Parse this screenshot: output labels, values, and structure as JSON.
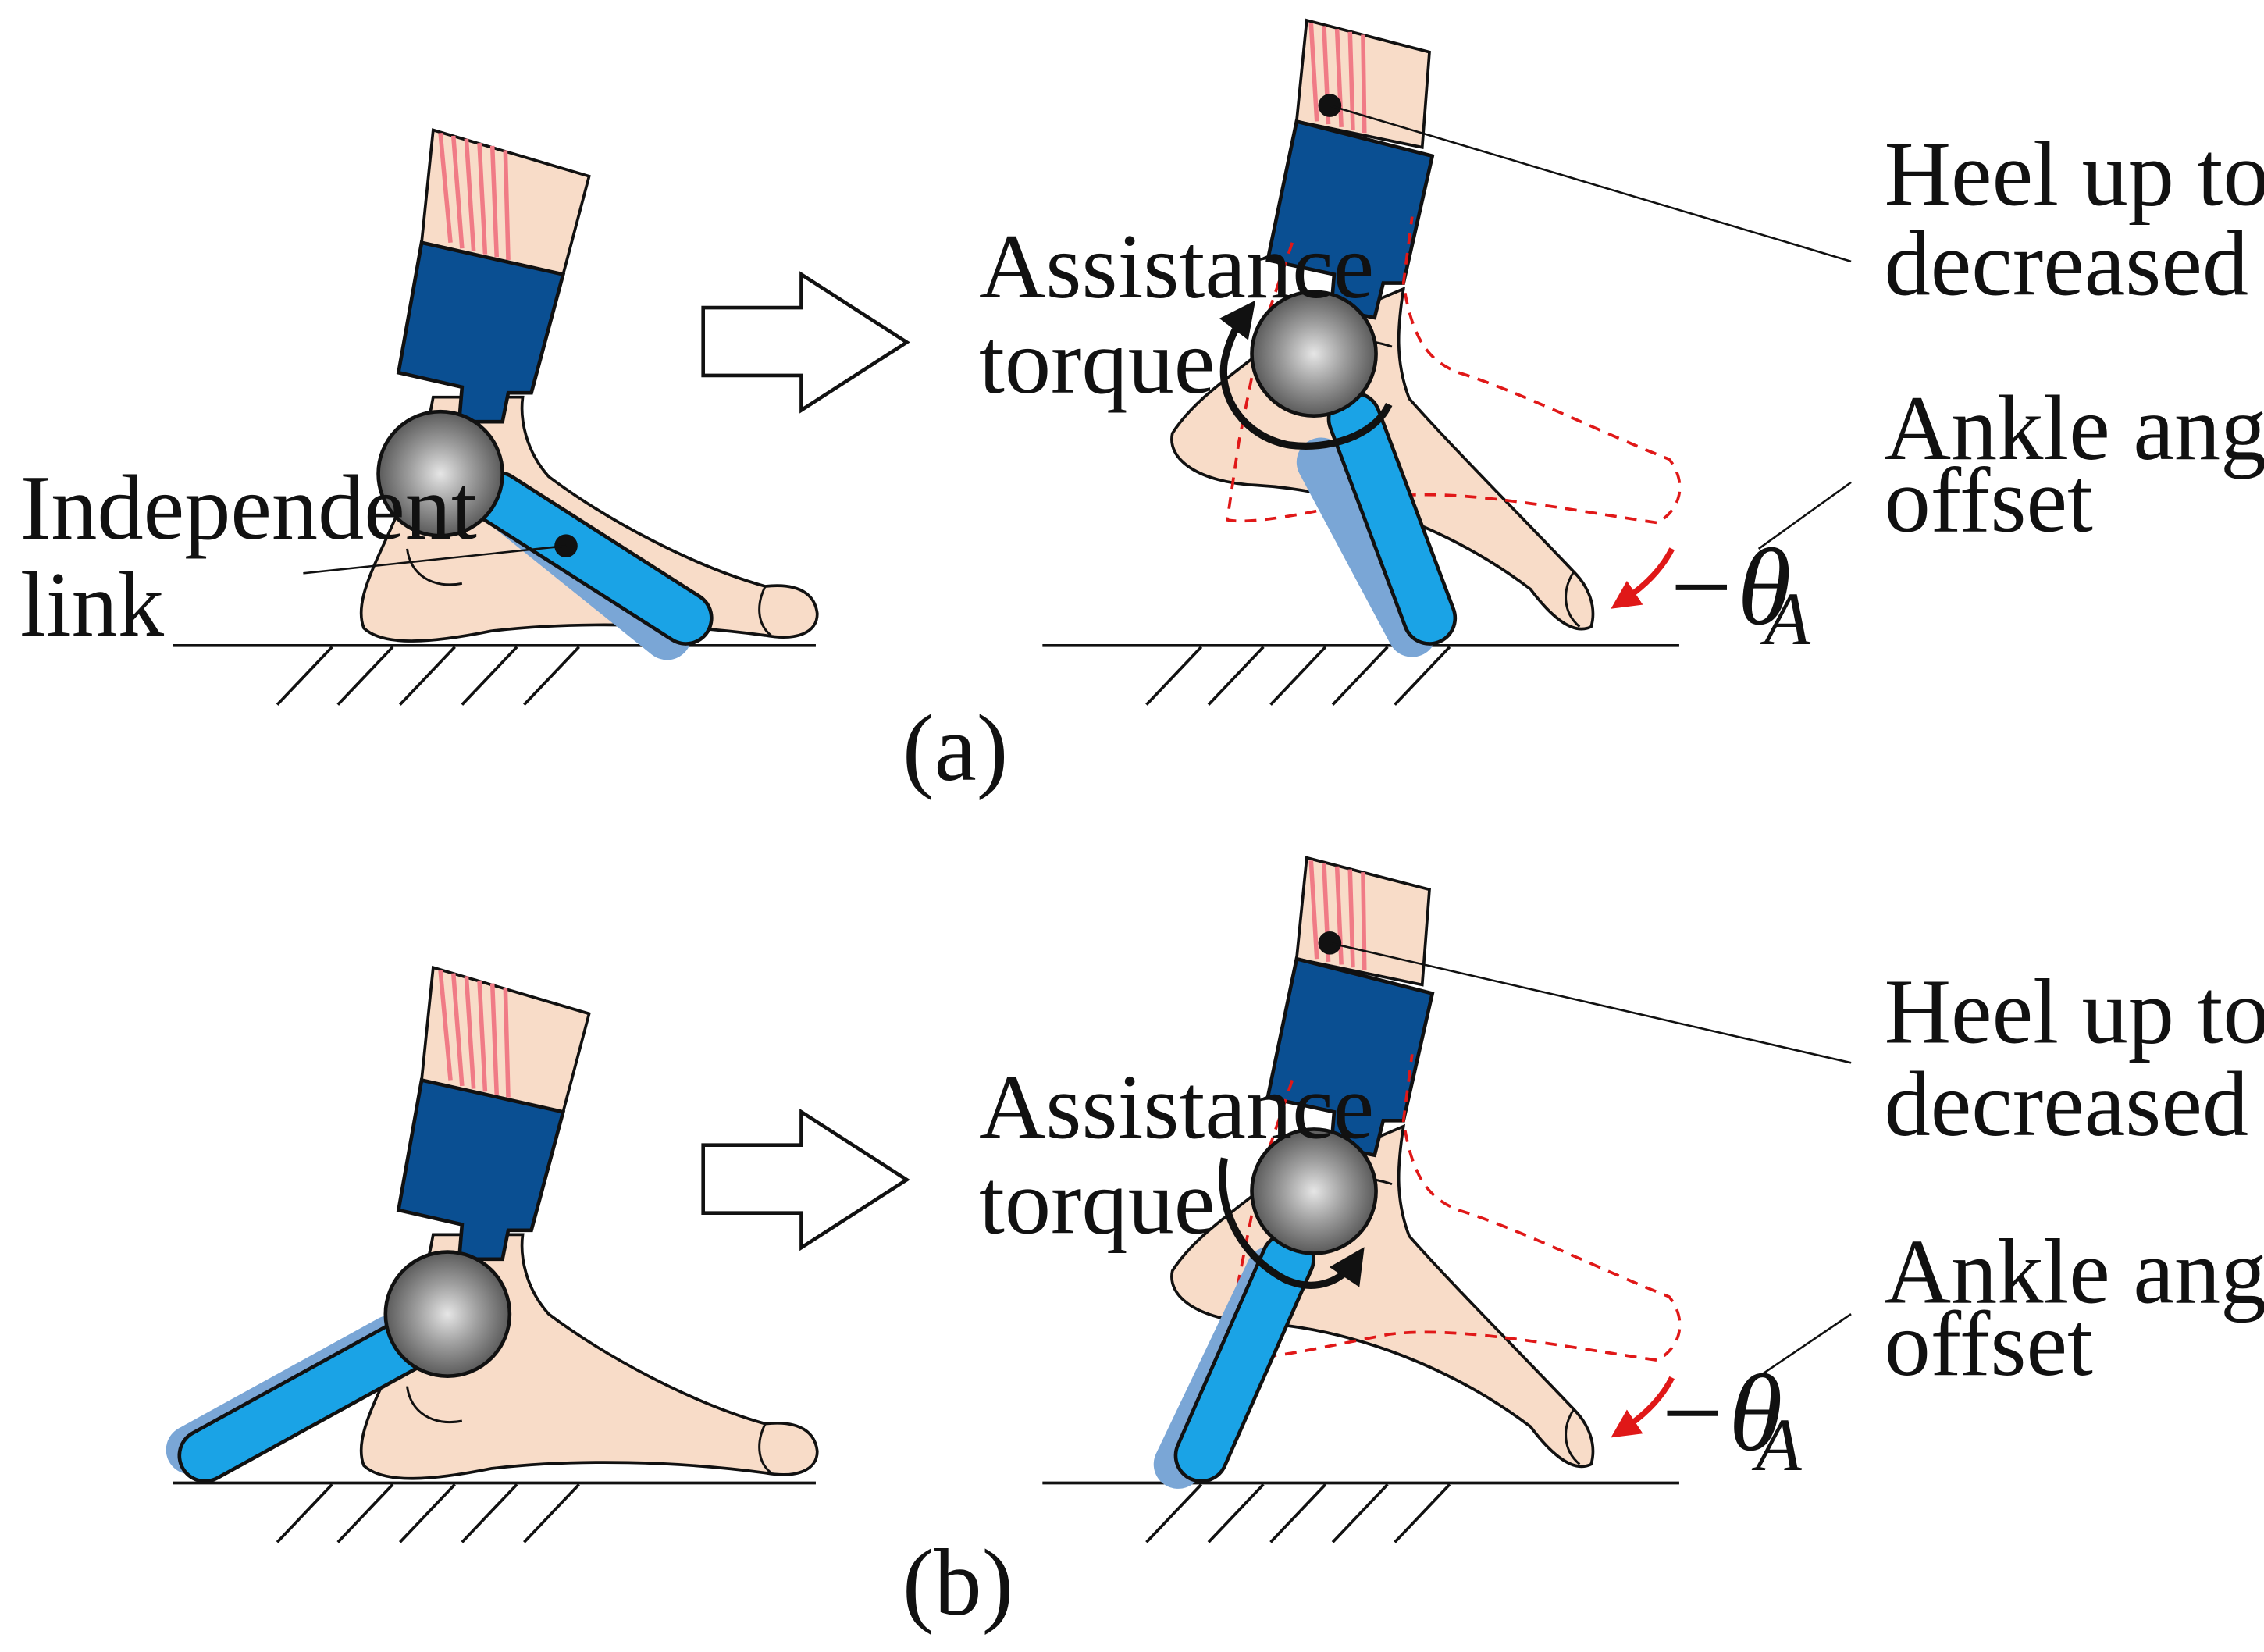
{
  "panels": {
    "a": {
      "caption": "(a)",
      "independent_link_line1": "Independent",
      "independent_link_line2": "link",
      "assistance_line1": "Assistance",
      "assistance_line2": "torque",
      "heel_line1": "Heel up torque",
      "heel_line2": "decreased",
      "offset_line1": "Ankle angle",
      "offset_line2": "offset",
      "theta_prefix": "−θ",
      "theta_sub": "A"
    },
    "b": {
      "caption": "(b)",
      "assistance_line1": "Assistance",
      "assistance_line2": "torque",
      "heel_line1": "Heel up torque",
      "heel_line2": "decreased",
      "offset_line1": "Ankle angle",
      "offset_line2": "offset",
      "theta_prefix": "−θ",
      "theta_sub": "A"
    }
  },
  "colors": {
    "skin": "#f8dcc8",
    "cuff": "#0a4f92",
    "link": "#1aa3e6",
    "link_shadow": "#7aa6d6",
    "muscle": "#f07b86",
    "joint": "#8c8c8c",
    "offset_arrow": "#e01818",
    "outline": "#111111"
  }
}
